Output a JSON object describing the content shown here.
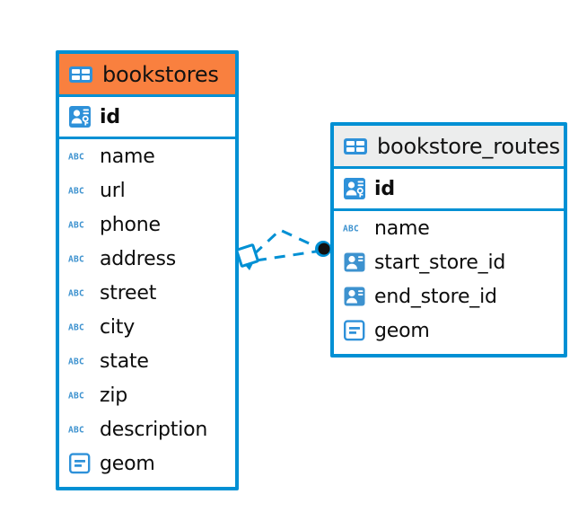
{
  "diagram": {
    "type": "entity-relationship-diagram",
    "background_color": "#ffffff",
    "accent_blue": "#0090d4",
    "accent_orange": "#f9803f",
    "accent_gray": "#eceded"
  },
  "entities": [
    {
      "name": "bookstores",
      "header_color": "#f9803f",
      "primary_key": {
        "label": "id",
        "icon": "primary-key-icon"
      },
      "fields": [
        {
          "label": "name",
          "icon": "abc-icon"
        },
        {
          "label": "url",
          "icon": "abc-icon"
        },
        {
          "label": "phone",
          "icon": "abc-icon"
        },
        {
          "label": "address",
          "icon": "abc-icon"
        },
        {
          "label": "street",
          "icon": "abc-icon"
        },
        {
          "label": "city",
          "icon": "abc-icon"
        },
        {
          "label": "state",
          "icon": "abc-icon"
        },
        {
          "label": "zip",
          "icon": "abc-icon"
        },
        {
          "label": "description",
          "icon": "abc-icon"
        },
        {
          "label": "geom",
          "icon": "geometry-icon"
        }
      ]
    },
    {
      "name": "bookstore_routes",
      "header_color": "#eceded",
      "primary_key": {
        "label": "id",
        "icon": "primary-key-icon"
      },
      "fields": [
        {
          "label": "name",
          "icon": "abc-icon"
        },
        {
          "label": "start_store_id",
          "icon": "foreign-key-icon"
        },
        {
          "label": "end_store_id",
          "icon": "foreign-key-icon"
        },
        {
          "label": "geom",
          "icon": "geometry-icon"
        }
      ]
    }
  ],
  "relationship": {
    "style": "dashed",
    "color": "#0090d4",
    "source_marker": "diamond-handle",
    "target_marker": "filled-circle",
    "target_marker_color": "#111111"
  }
}
